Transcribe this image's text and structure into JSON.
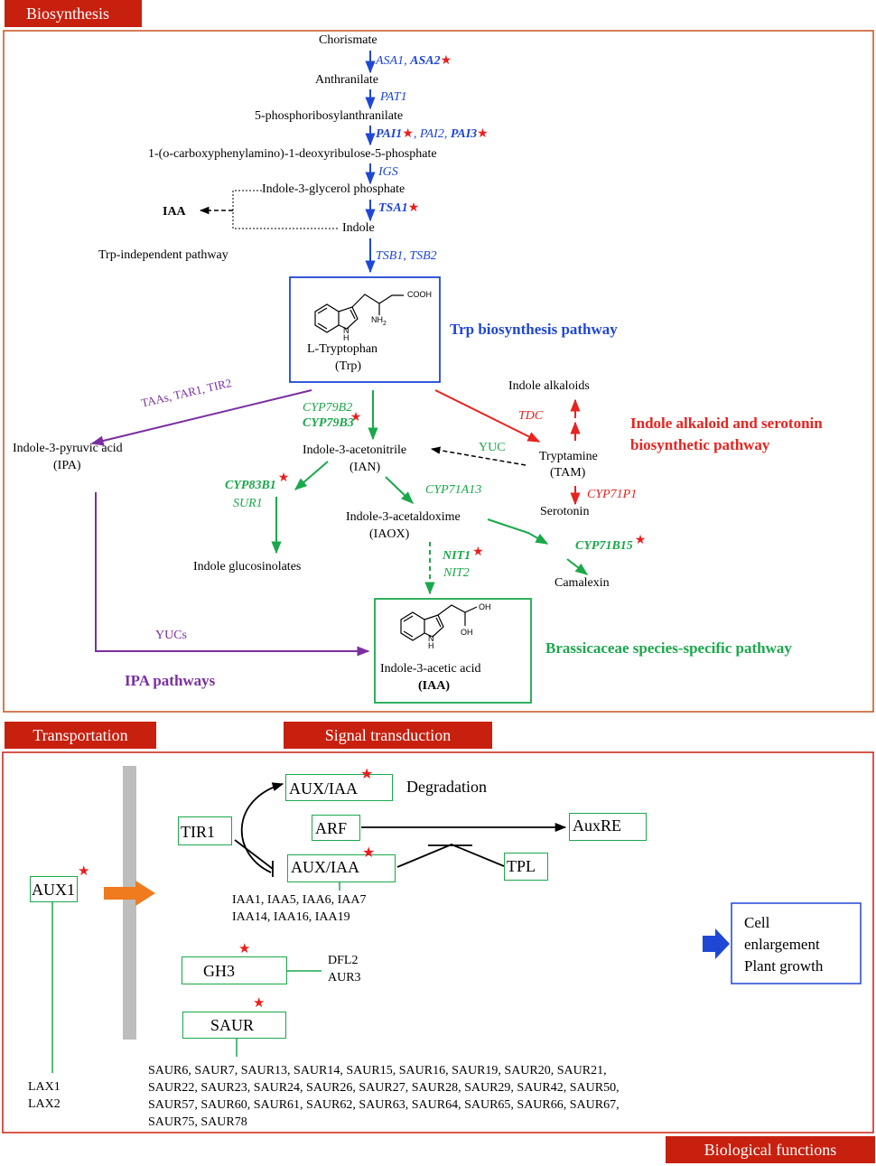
{
  "sections": {
    "biosynthesis": "Biosynthesis",
    "transportation": "Transportation",
    "signal_transduction": "Signal transduction",
    "biological_functions": "Biological functions"
  },
  "trp_path": {
    "chorismate": "Chorismate",
    "asa1": "ASA1,",
    "asa2": "ASA2",
    "anthranilate": "Anthranilate",
    "pat1": "PAT1",
    "prpa": "5-phosphoribosylanthranilate",
    "pai1": "PAI1",
    "pai2": ", PAI2,",
    "pai3": "PAI3",
    "cdrp": "1-(o-carboxyphenylamino)-1-deoxyribulose-5-phosphate",
    "igs": "IGS",
    "igp": "Indole-3-glycerol phosphate",
    "iaa_left": "IAA",
    "tsa1": "TSA1",
    "indole": "Indole",
    "trp_independent": "Trp-independent pathway",
    "tsb": "TSB1, TSB2",
    "trp_name": "L-Tryptophan",
    "trp_abbr": "(Trp)",
    "trp_pathway_title": "Trp biosynthesis pathway"
  },
  "structure_labels": {
    "cooh": "COOH",
    "nh2": "NH",
    "nh2_sub": "2",
    "nh": "N",
    "h": "H",
    "oh1": "OH",
    "oh2": "OH"
  },
  "ipa": {
    "enzymes": "TAAs, TAR1, TIR2",
    "name": "Indole-3-pyruvic acid",
    "abbr": "(IPA)",
    "yucs": "YUCs",
    "title": "IPA pathways"
  },
  "green_path": {
    "cyp79b2": "CYP79B2",
    "cyp79b3": "CYP79B3",
    "ian_name": "Indole-3-acetonitrile",
    "ian_abbr": "(IAN)",
    "cyp83b1": "CYP83B1",
    "sur1": "SUR1",
    "cyp71a13": "CYP71A13",
    "iaox_name": "Indole-3-acetaldoxime",
    "iaox_abbr": "(IAOX)",
    "glucosinolates": "Indole glucosinolates",
    "nit1": "NIT1",
    "nit2": "NIT2",
    "cyp71b15": "CYP71B15",
    "camalexin": "Camalexin",
    "iaa_name": "Indole-3-acetic acid",
    "iaa_abbr": "(IAA)",
    "title": "Brassicaceae species-specific pathway"
  },
  "red_path": {
    "indole_alkaloids": "Indole alkaloids",
    "tdc": "TDC",
    "tryptamine": "Tryptamine",
    "tam": "(TAM)",
    "cyp71p1": "CYP71P1",
    "serotonin": "Serotonin",
    "yuc": "YUC",
    "title_line1": "Indole alkaloid and serotonin",
    "title_line2": "biosynthetic pathway"
  },
  "signal": {
    "aux_iaa_top": "AUX/IAA",
    "degradation": "Degradation",
    "tir1": "TIR1",
    "arf": "ARF",
    "auxre": "AuxRE",
    "aux_iaa_bottom": "AUX/IAA",
    "tpl": "TPL",
    "iaa_list_1": "IAA1, IAA5, IAA6, IAA7",
    "iaa_list_2": "IAA14, IAA16, IAA19",
    "gh3": "GH3",
    "gh3_genes_1": "DFL2",
    "gh3_genes_2": "AUR3",
    "saur": "SAUR",
    "saur_list_1": "SAUR6, SAUR7, SAUR13, SAUR14, SAUR15, SAUR16, SAUR19, SAUR20, SAUR21,",
    "saur_list_2": "SAUR22, SAUR23, SAUR24, SAUR26, SAUR27, SAUR28, SAUR29, SAUR42, SAUR50,",
    "saur_list_3": "SAUR57, SAUR60, SAUR61, SAUR62, SAUR63, SAUR64, SAUR65, SAUR66, SAUR67,",
    "saur_list_4": "SAUR75, SAUR78"
  },
  "transport": {
    "aux1": "AUX1",
    "lax1": "LAX1",
    "lax2": "LAX2"
  },
  "functions": {
    "line1": "Cell",
    "line2": "enlargement",
    "line3": "Plant growth"
  },
  "star": "★",
  "colors": {
    "header_red": "#c8200f",
    "frame": "#c8501e",
    "blue": "#1f47d6",
    "green": "#1aa84a",
    "red": "#e8231f",
    "purple": "#7a2fa0",
    "orange_arrow": "#f07a1e",
    "membrane": "#bdbdbd"
  }
}
